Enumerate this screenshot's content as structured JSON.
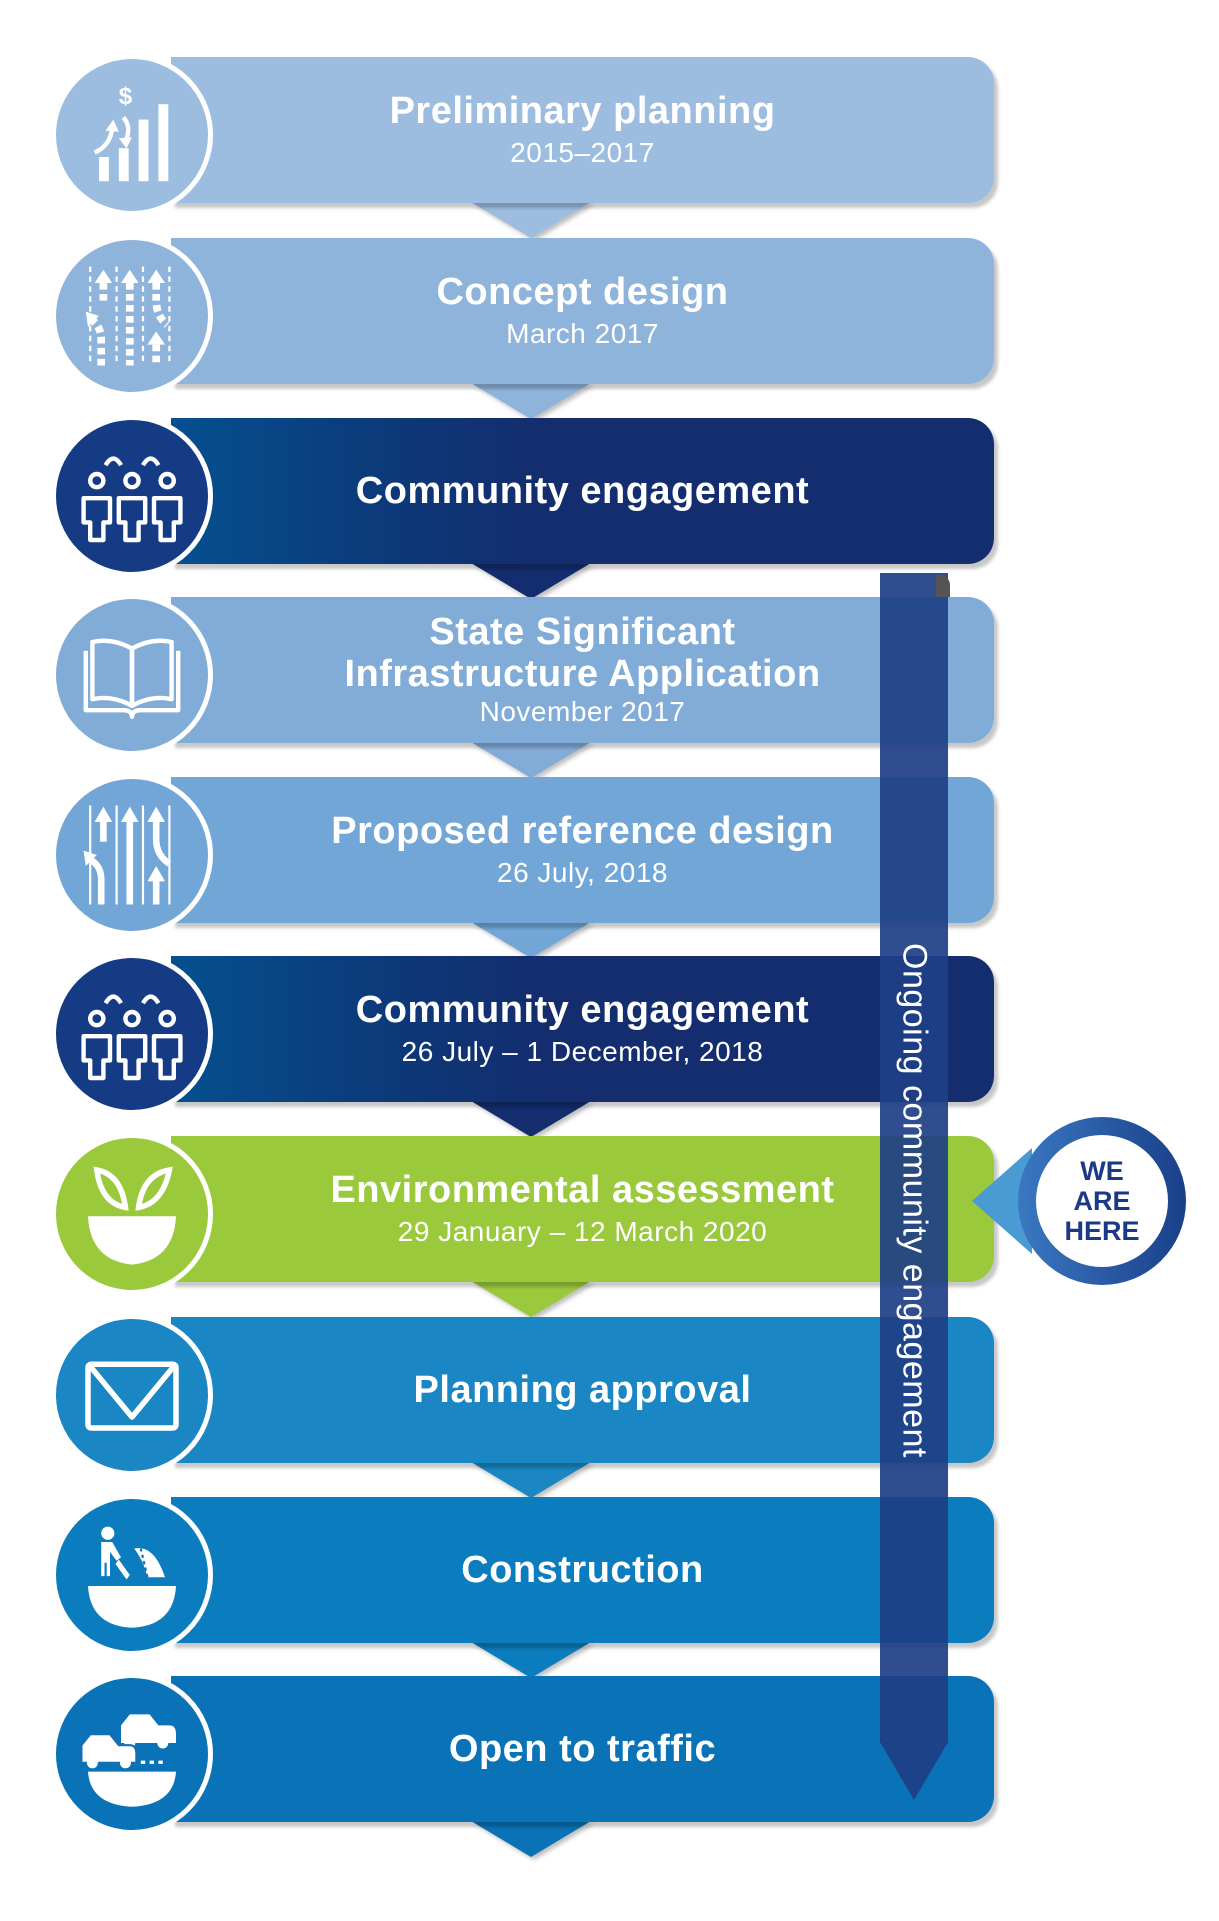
{
  "timeline": {
    "steps": [
      {
        "title": "Preliminary planning",
        "date": "2015–2017",
        "icon": "finance-growth-icon",
        "color": "#9dbde0",
        "status": "past"
      },
      {
        "title": "Concept design",
        "date": "March 2017",
        "icon": "road-lanes-dashed-icon",
        "color": "#8fb4dc",
        "status": "past"
      },
      {
        "title": "Community engagement",
        "date": "",
        "icon": "people-group-icon",
        "color": "#132d6e",
        "status": "past"
      },
      {
        "title_lines": [
          "State Significant",
          "Infrastructure Application"
        ],
        "title": "State Significant Infrastructure Application",
        "date": "November 2017",
        "icon": "open-book-icon",
        "color": "#82acd8",
        "status": "past"
      },
      {
        "title": "Proposed reference design",
        "date": "26 July, 2018",
        "icon": "road-lanes-icon",
        "color": "#72a6d6",
        "status": "past"
      },
      {
        "title": "Community engagement",
        "date": "26 July – 1 December, 2018",
        "icon": "people-group-icon",
        "color": "#132d6e",
        "status": "past"
      },
      {
        "title": "Environmental assessment",
        "date": "29 January – 12 March 2020",
        "icon": "plant-bowl-icon",
        "color": "#9bc93c",
        "status": "current"
      },
      {
        "title": "Planning approval",
        "date": "",
        "icon": "envelope-icon",
        "color": "#1a86c3",
        "status": "future"
      },
      {
        "title": "Construction",
        "date": "",
        "icon": "road-worker-icon",
        "color": "#0b7cbd",
        "status": "future"
      },
      {
        "title": "Open to traffic",
        "date": "",
        "icon": "cars-icon",
        "color": "#0a72b6",
        "status": "future"
      }
    ]
  },
  "ongoing": {
    "label": "Ongoing community engagement",
    "color": "#1e3f86"
  },
  "marker": {
    "lines": [
      "WE",
      "ARE",
      "HERE"
    ],
    "color": "#1a3a85"
  }
}
